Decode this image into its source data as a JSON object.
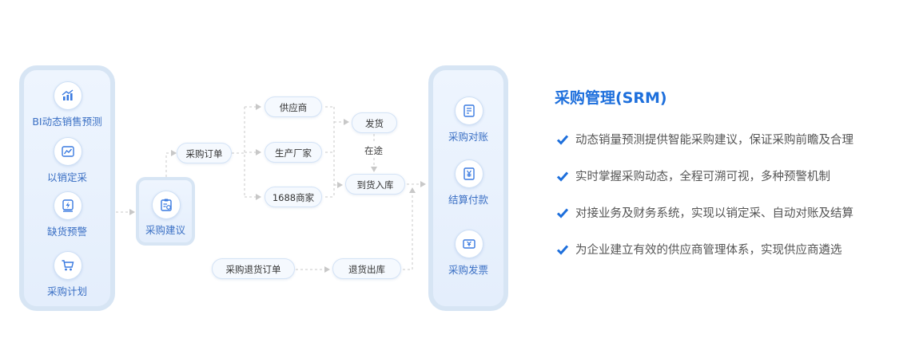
{
  "left_panel": {
    "items": [
      {
        "label": "BI动态销售预测",
        "icon": "bar-chart-trend-icon"
      },
      {
        "label": "以销定采",
        "icon": "line-chart-icon"
      },
      {
        "label": "缺货预警",
        "icon": "warning-lightning-icon"
      },
      {
        "label": "采购计划",
        "icon": "shopping-cart-icon"
      }
    ]
  },
  "suggestion": {
    "label": "采购建议",
    "icon": "clipboard-icon"
  },
  "flow": {
    "purchase_order": "采购订单",
    "supplier": "供应商",
    "manufacturer": "生产厂家",
    "merchant_1688": "1688商家",
    "ship": "发货",
    "in_transit": "在途",
    "received": "到货入库",
    "return_order": "采购退货订单",
    "return_out": "退货出库"
  },
  "right_panel": {
    "items": [
      {
        "label": "采购对账",
        "icon": "reconcile-document-icon"
      },
      {
        "label": "结算付款",
        "icon": "yen-payment-icon"
      },
      {
        "label": "采购发票",
        "icon": "invoice-icon"
      }
    ]
  },
  "srm": {
    "title": "采购管理(SRM)",
    "features": [
      "动态销量预测提供智能采购建议，保证采购前瞻及合理",
      "实时掌握采购动态，全程可溯可视，多种预警机制",
      "对接业务及财务系统，实现以销定采、自动对账及结算",
      "为企业建立有效的供应商管理体系，实现供应商遴选"
    ]
  },
  "colors": {
    "accent": "#1d6fdc",
    "icon_blue": "#3a7ae0",
    "panel_border": "#d7e5f4"
  }
}
